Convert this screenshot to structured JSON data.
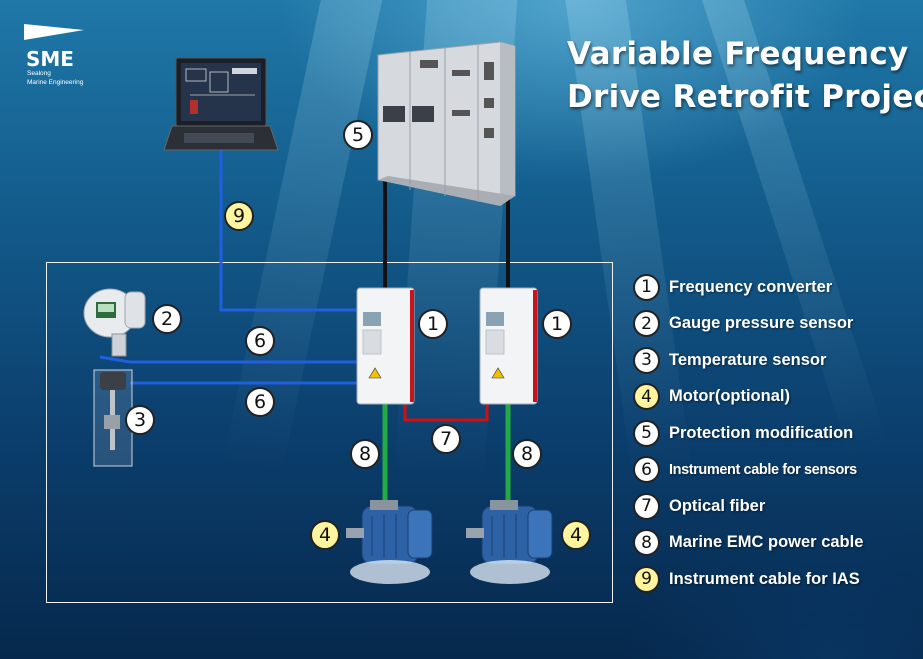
{
  "header": {
    "title_line1": "Variable Frequency",
    "title_line2": "Drive Retrofit Project"
  },
  "logo": {
    "name": "SME",
    "tagline1": "Sealong",
    "tagline2": "Marine Engineering"
  },
  "callouts": {
    "converter_left": "1",
    "converter_right": "1",
    "pressure_sensor": "2",
    "temperature_sensor": "3",
    "motor_left": "4",
    "motor_right": "4",
    "switchboard": "5",
    "cable_pressure": "6",
    "cable_temperature": "6",
    "optical_fiber": "7",
    "power_left": "8",
    "power_right": "8",
    "ias_cable": "9"
  },
  "legend": [
    {
      "num": "1",
      "label": "Frequency converter",
      "highlight": false
    },
    {
      "num": "2",
      "label": "Gauge pressure sensor",
      "highlight": false
    },
    {
      "num": "3",
      "label": "Temperature sensor",
      "highlight": false
    },
    {
      "num": "4",
      "label": "Motor(optional)",
      "highlight": true
    },
    {
      "num": "5",
      "label": "Protection modification",
      "highlight": false
    },
    {
      "num": "6",
      "label": "Instrument cable for sensors",
      "highlight": false
    },
    {
      "num": "7",
      "label": "Optical fiber",
      "highlight": false
    },
    {
      "num": "8",
      "label": "Marine EMC power cable",
      "highlight": false
    },
    {
      "num": "9",
      "label": "Instrument cable for IAS",
      "highlight": true
    }
  ],
  "colors": {
    "instrument_cable": "#1f5fe0",
    "power_cable": "#22aa44",
    "fiber": "#d01010",
    "feeder": "#111111",
    "highlight_badge": "#fff59e"
  }
}
